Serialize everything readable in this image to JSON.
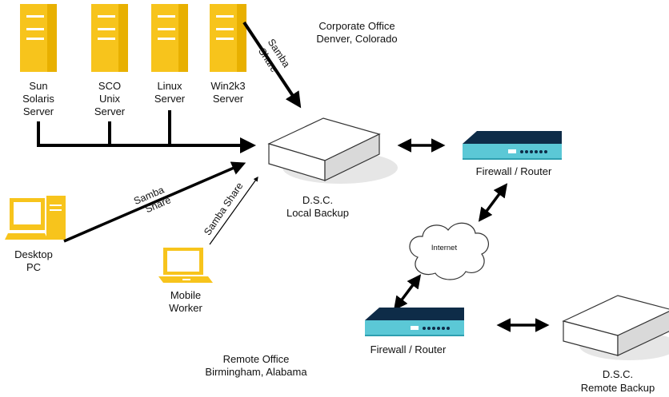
{
  "colors": {
    "server": "#F7C41C",
    "server_shade": "#E2A800",
    "router_body": "#5BC8D6",
    "router_face": "#0E2C48",
    "appliance": "#FFFFFF",
    "line": "#000000"
  },
  "corporate_office": {
    "line1": "Corporate Office",
    "line2": "Denver, Colorado"
  },
  "remote_office": {
    "line1": "Remote Office",
    "line2": "Birmingham, Alabama"
  },
  "servers": [
    {
      "label": [
        "Sun",
        "Solaris",
        "Server"
      ],
      "icon": "tower-server-icon"
    },
    {
      "label": [
        "SCO",
        "Unix",
        "Server"
      ],
      "icon": "tower-server-icon"
    },
    {
      "label": [
        "Linux",
        "Server"
      ],
      "icon": "tower-server-icon"
    },
    {
      "label": [
        "Win2k3",
        "Server"
      ],
      "icon": "tower-server-icon"
    }
  ],
  "samba_share": {
    "line1": "Samba",
    "line2": "Share",
    "inline": "Samba Share"
  },
  "local_backup": {
    "line1": "D.S.C.",
    "line2": "Local Backup"
  },
  "firewall_top": {
    "label": "Firewall / Router"
  },
  "internet": {
    "label": "Internet"
  },
  "firewall_bottom": {
    "label": "Firewall / Router"
  },
  "remote_backup": {
    "line1": "D.S.C.",
    "line2": "Remote Backup"
  },
  "desktop": {
    "line1": "Desktop",
    "line2": "PC"
  },
  "mobile": {
    "line1": "Mobile",
    "line2": "Worker"
  }
}
